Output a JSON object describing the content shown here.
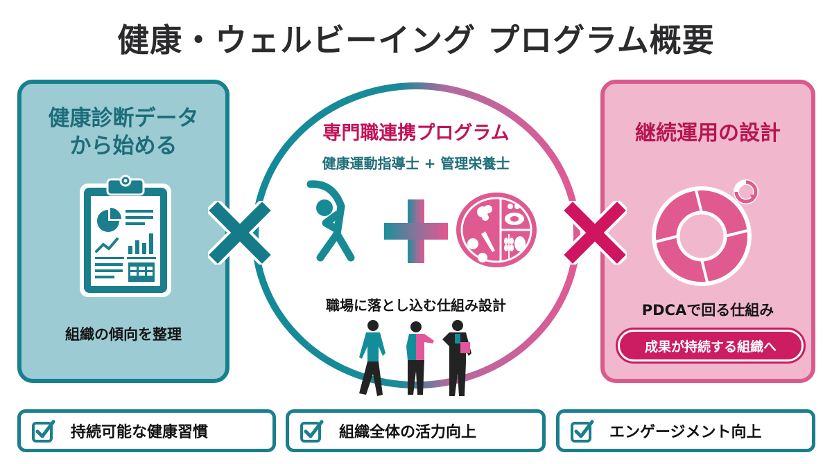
{
  "title": "健康・ウェルビーイング プログラム概要",
  "colors": {
    "teal": "#17808e",
    "teal_light": "#9ccbd3",
    "teal_dark": "#1d6c79",
    "pink": "#d95b8d",
    "pink_light": "#f1b8cd",
    "magenta": "#cc1c62",
    "text_dark": "#2b2b2d"
  },
  "left_panel": {
    "title_line1": "健康診断データ",
    "title_line2": "から始める",
    "icon": "clipboard-report-icon",
    "caption": "組織の傾向を整理"
  },
  "center": {
    "title": "専門職連携プログラム",
    "subtitle": "健康運動指導士 + 管理栄養士",
    "icons": [
      "stretch-exercise-icon",
      "plus-icon",
      "nutrition-plate-icon"
    ],
    "caption": "職場に落とし込む仕組み設計",
    "illustration": "people-conversation-icon"
  },
  "right_panel": {
    "title": "継続運用の設計",
    "icon": "pdca-cycle-icon",
    "caption": "PDCAで回る仕組み",
    "pill_label": "成果が持続する組織へ"
  },
  "connectors": [
    "multiply-icon",
    "multiply-icon"
  ],
  "benefits": [
    {
      "icon": "checkbox-checked-icon",
      "label": "持続可能な健康習慣"
    },
    {
      "icon": "checkbox-checked-icon",
      "label": "組織全体の活力向上"
    },
    {
      "icon": "checkbox-checked-icon",
      "label": "エンゲージメント向上"
    }
  ]
}
